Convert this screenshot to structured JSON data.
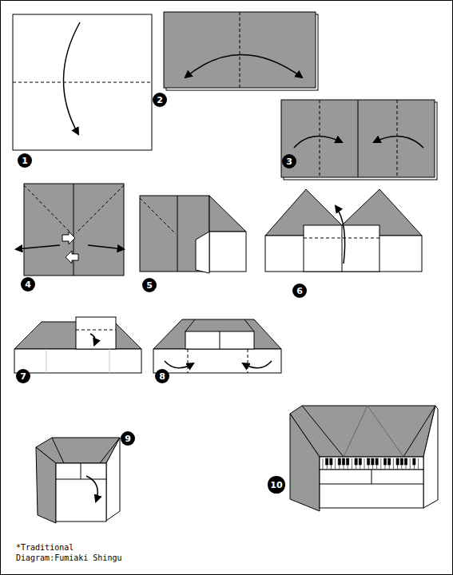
{
  "diagram": {
    "labels": [
      "1",
      "2",
      "3",
      "4",
      "5",
      "6",
      "7",
      "8",
      "9",
      "10",
      "*Traditional",
      "Diagram:Fumiaki Shingu"
    ]
  }
}
